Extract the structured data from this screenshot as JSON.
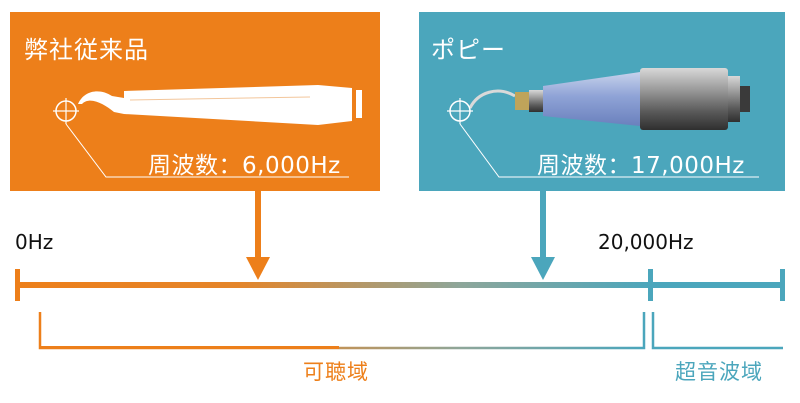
{
  "colors": {
    "orange": "#ED7F1A",
    "teal": "#4BA6BC",
    "white": "#FFFFFF",
    "text": "#111111"
  },
  "panels": {
    "left": {
      "title": "弊社従来品",
      "frequency": "周波数：6,000Hz",
      "icon": "ultrasonic-handpiece-silhouette"
    },
    "right": {
      "title": "ポピー",
      "frequency": "周波数：17,000Hz",
      "icon": "scaler-handpiece-photo"
    }
  },
  "scale": {
    "min_label": "0Hz",
    "max_label": "20,000Hz",
    "markers": [
      {
        "name": "弊社従来品",
        "value_hz": 6000
      },
      {
        "name": "ポピー",
        "value_hz": 17000
      }
    ]
  },
  "regions": {
    "audible": "可聴域",
    "ultrasonic": "超音波域"
  }
}
